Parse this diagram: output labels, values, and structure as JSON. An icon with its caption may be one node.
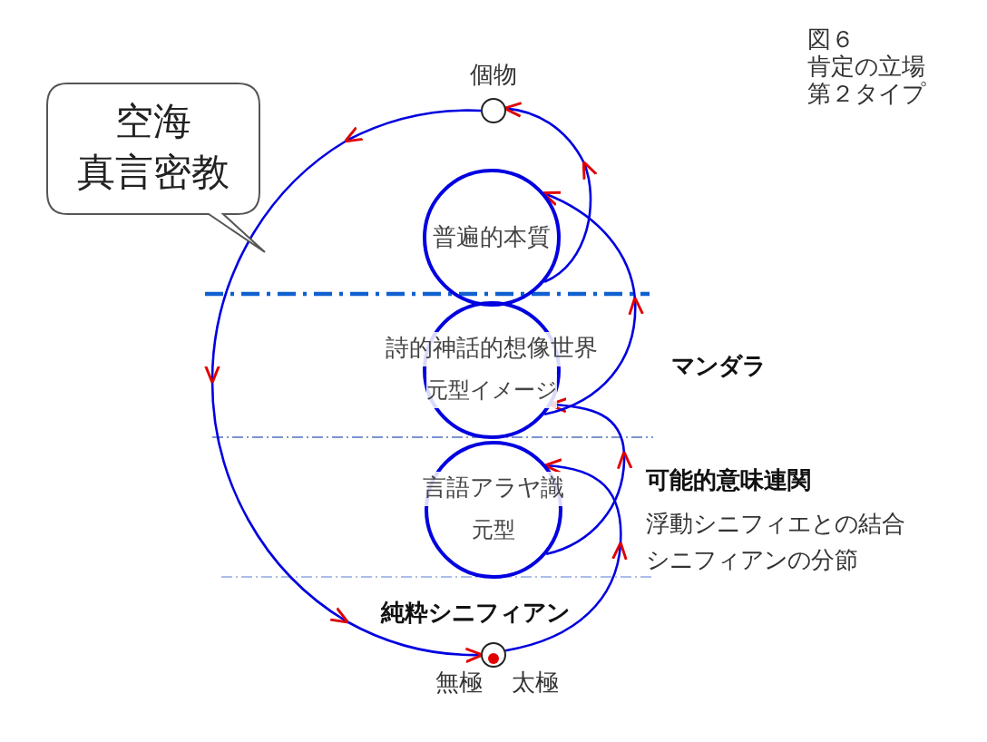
{
  "diagram": {
    "nodes": [
      {
        "text": [
          "空海",
          "真言密教"
        ]
      },
      {
        "text": [],
        "shape": "circle",
        "beside": [
          "個物"
        ]
      },
      {
        "text": [
          "普遍的本質"
        ]
      },
      {
        "text": [
          "詩的神話的想像世界",
          "元型イメージ"
        ]
      },
      {
        "text": [
          "言語アラヤ識",
          "元型"
        ]
      },
      {
        "text": [],
        "shape": "circle",
        "beside": [
          "無極",
          "太極"
        ]
      }
    ],
    "edges": [
      {
        "from": 1,
        "to": 5,
        "arrow": "to"
      },
      {
        "from": 5,
        "to": 4,
        "arrow": "to"
      },
      {
        "from": 4,
        "to": 3,
        "arrow": "to"
      },
      {
        "from": 3,
        "to": 2,
        "arrow": "to"
      },
      {
        "from": 2,
        "to": 1,
        "arrow": "to"
      }
    ],
    "labels": [
      "図６",
      "肯定の立場",
      "第２タイプ",
      "マンダラ",
      "可能的意味連関",
      "浮動シニフィエとの結合",
      "シニフィアンの分節",
      "純粋シニフィアン"
    ]
  }
}
